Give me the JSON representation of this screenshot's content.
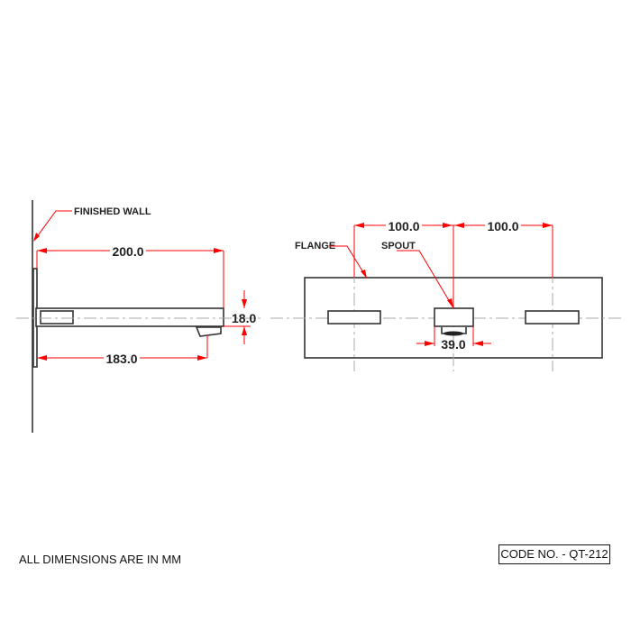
{
  "side_view": {
    "wall_label": "FINISHED WALL",
    "dim_length": "200.0",
    "dim_spout": "183.0",
    "dim_height": "18.0"
  },
  "front_view": {
    "flange_label": "FLANGE",
    "spout_label": "SPOUT",
    "dim_spacing_left": "100.0",
    "dim_spacing_right": "100.0",
    "dim_spout_width": "39.0"
  },
  "footer": {
    "note": "ALL DIMENSIONS ARE IN MM",
    "code": "CODE NO. - QT-212"
  },
  "colors": {
    "dimension": "#ff0000",
    "outline": "#333333",
    "centerline": "#aaaaaa"
  }
}
